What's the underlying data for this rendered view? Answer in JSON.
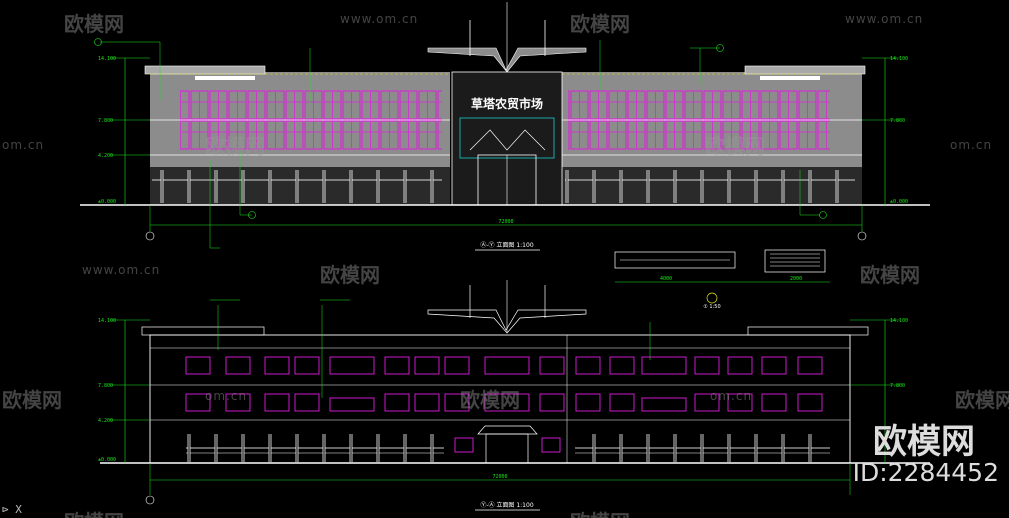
{
  "sign_text": "草塔农贸市场",
  "front_title": "Ⓐ-Ⓨ 立面图 1:100",
  "rear_title": "Ⓨ-Ⓐ 立面图 1:100",
  "detail_title": "① 1:50",
  "brand": {
    "logo_text": "欧模网",
    "url_text": "www.om.cn",
    "url_short": "om.cn",
    "id_big": "欧模网",
    "id_code": "ID:2284452"
  },
  "command_line": "⊳ X",
  "dims": {
    "overall_width": "72000",
    "detail_a": "4000",
    "detail_b": "2000",
    "level_top": "14.100",
    "level_3f": "7.800",
    "level_2f": "4.200",
    "level_0": "±0.000"
  },
  "colors": {
    "wall": "#8c8c8c",
    "window": "#e01ce0",
    "dim": "#19e619",
    "cyan": "#19e6e6",
    "white": "#ffffff",
    "yellow": "#e6e619"
  }
}
